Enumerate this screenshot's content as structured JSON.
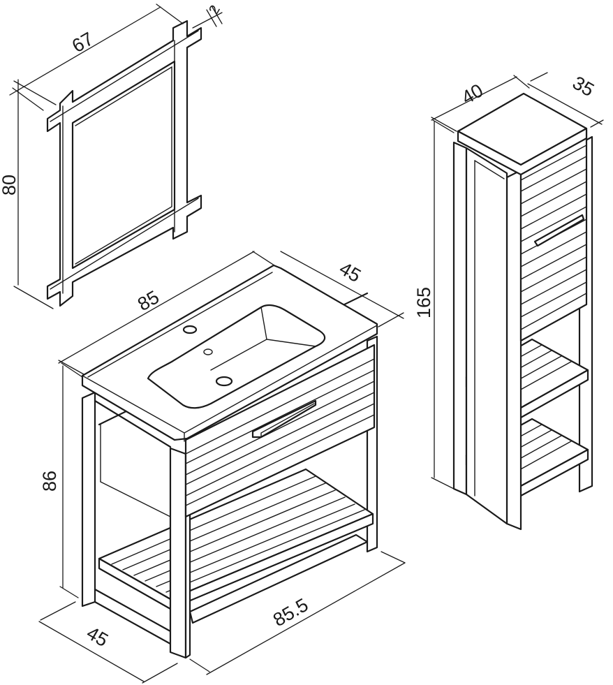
{
  "dimensions": {
    "mirror_width": "67",
    "mirror_height": "80",
    "mirror_depth": "2",
    "vanity_width": "85",
    "vanity_depth": "45",
    "vanity_height": "86",
    "vanity_base_width": "85.5",
    "vanity_base_depth": "45",
    "column_width": "40",
    "column_depth": "35",
    "column_height": "165"
  },
  "colors": {
    "line": "#1a1a1a",
    "background": "#ffffff"
  }
}
